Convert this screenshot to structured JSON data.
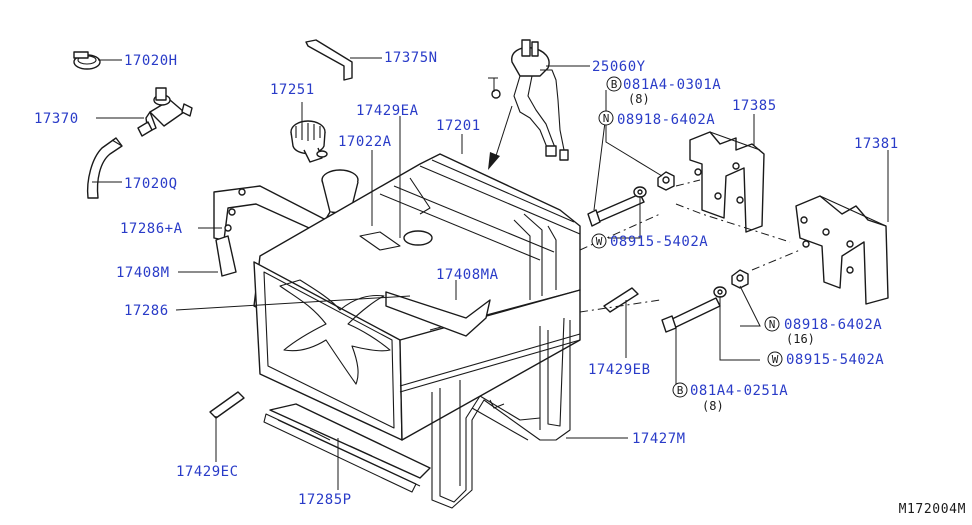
{
  "diagram": {
    "reference_code": "M172004M",
    "labels": {
      "p17020H": "17020H",
      "p17375N": "17375N",
      "p25060Y": "25060Y",
      "p17370": "17370",
      "p17251": "17251",
      "p17429EA": "17429EA",
      "pB081A4_0301A": "081A4-0301A",
      "q8a": "(8)",
      "p17385": "17385",
      "p17201": "17201",
      "p17022A": "17022A",
      "pN08918_6402A": "08918-6402A",
      "p17381": "17381",
      "p17020Q": "17020Q",
      "p17286A": "17286+A",
      "pW08915_5402A": "08915-5402A",
      "p17408M": "17408M",
      "p17408MA": "17408MA",
      "p17286": "17286",
      "pN08918_6402A_2": "08918-6402A",
      "q16": "(16)",
      "p17429EB": "17429EB",
      "pW08915_5402A_2": "08915-5402A",
      "pB081A4_0251A": "081A4-0251A",
      "q8b": "(8)",
      "p17427M": "17427M",
      "p17429EC": "17429EC",
      "p17285P": "17285P"
    },
    "prefix_symbols": {
      "bolt": "B",
      "nut": "N",
      "washer": "W"
    }
  }
}
